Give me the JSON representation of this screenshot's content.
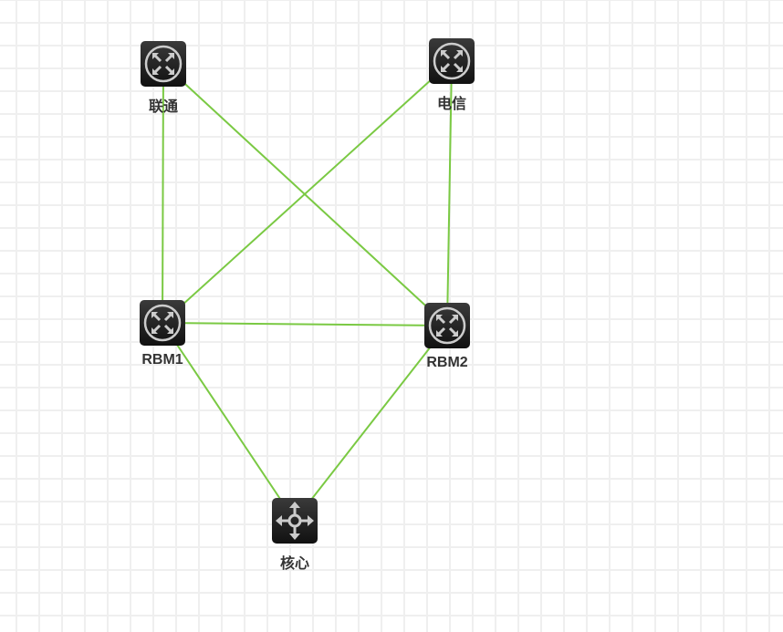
{
  "nodes": [
    {
      "id": "liantong",
      "label": "联通",
      "type": "router",
      "icon": "router-icon"
    },
    {
      "id": "dianxin",
      "label": "电信",
      "type": "router",
      "icon": "router-icon"
    },
    {
      "id": "rbm1",
      "label": "RBM1",
      "type": "router",
      "icon": "router-icon"
    },
    {
      "id": "rbm2",
      "label": "RBM2",
      "type": "router",
      "icon": "router-icon"
    },
    {
      "id": "hexin",
      "label": "核心",
      "type": "switch",
      "icon": "core-switch-icon"
    }
  ],
  "links": [
    [
      "liantong",
      "rbm1"
    ],
    [
      "liantong",
      "rbm2"
    ],
    [
      "dianxin",
      "rbm1"
    ],
    [
      "dianxin",
      "rbm2"
    ],
    [
      "rbm1",
      "rbm2"
    ],
    [
      "rbm1",
      "hexin"
    ],
    [
      "rbm2",
      "hexin"
    ]
  ],
  "colors": {
    "link": "#7ac943",
    "node": "#222222"
  }
}
